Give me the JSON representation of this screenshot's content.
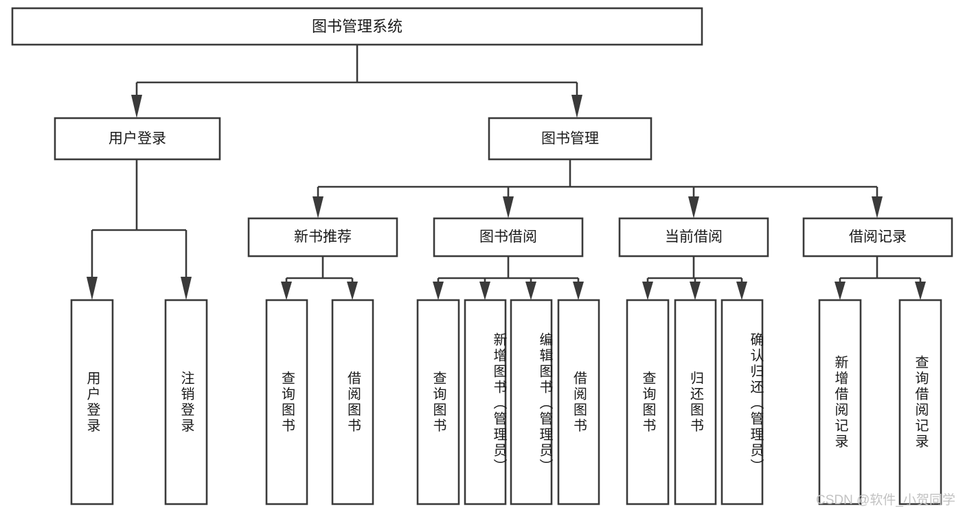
{
  "diagram": {
    "type": "tree-hierarchy",
    "title": "图书管理系统",
    "root": {
      "label": "图书管理系统",
      "children": [
        {
          "label": "用户登录",
          "children": [
            {
              "label": "用户登录"
            },
            {
              "label": "注销登录"
            }
          ]
        },
        {
          "label": "图书管理",
          "children": [
            {
              "label": "新书推荐",
              "children": [
                {
                  "label": "查询图书"
                },
                {
                  "label": "借阅图书"
                }
              ]
            },
            {
              "label": "图书借阅",
              "children": [
                {
                  "label": "查询图书"
                },
                {
                  "label": "新增图书（管理员）"
                },
                {
                  "label": "编辑图书（管理员）"
                },
                {
                  "label": "借阅图书"
                }
              ]
            },
            {
              "label": "当前借阅",
              "children": [
                {
                  "label": "查询图书"
                },
                {
                  "label": "归还图书"
                },
                {
                  "label": "确认归还（管理员）"
                }
              ]
            },
            {
              "label": "借阅记录",
              "children": [
                {
                  "label": "新增借阅记录"
                },
                {
                  "label": "查询借阅记录"
                }
              ]
            }
          ]
        }
      ]
    },
    "nodes": {
      "root": "图书管理系统",
      "user_login": "用户登录",
      "book_manage": "图书管理",
      "new_book_rec": "新书推荐",
      "book_borrow": "图书借阅",
      "current_borrow": "当前借阅",
      "borrow_record": "借阅记录",
      "leaf_user_login": "用户登录",
      "leaf_logout": "注销登录",
      "leaf_query_book_1": "查询图书",
      "leaf_borrow_book_1": "借阅图书",
      "leaf_query_book_2": "查询图书",
      "leaf_add_book": "新增图书（管理员）",
      "leaf_edit_book": "编辑图书（管理员）",
      "leaf_borrow_book_2": "借阅图书",
      "leaf_query_book_3": "查询图书",
      "leaf_return_book": "归还图书",
      "leaf_confirm_return": "确认归还（管理员）",
      "leaf_add_record": "新增借阅记录",
      "leaf_query_record": "查询借阅记录"
    },
    "colors": {
      "box_stroke": "#3a3a3a",
      "box_fill": "#ffffff",
      "text": "#1a1a1a",
      "background": "#ffffff",
      "watermark": "#c2c2c2"
    }
  },
  "watermark": {
    "text": "CSDN @软件_小贺同学"
  }
}
